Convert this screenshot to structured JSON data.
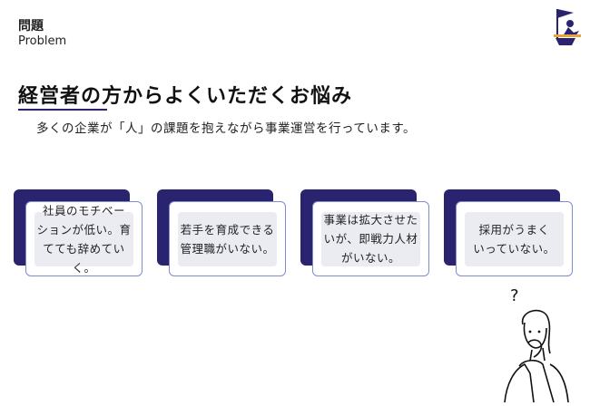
{
  "header": {
    "section_jp": "問題",
    "section_en": "Problem"
  },
  "main": {
    "heading": "経営者の方からよくいただくお悩み",
    "subtitle": "多くの企業が「人」の課題を抱えながら事業運営を行っています。",
    "cards": [
      {
        "text": "社員のモチベー\nションが低い。育\nてても辞めていく。"
      },
      {
        "text": "若手を育成できる\n管理職がいない。"
      },
      {
        "text": "事業は拡大させた\nいが、即戦力人材\nがいない。"
      },
      {
        "text": "採用がうまく\nいっていない。"
      }
    ]
  },
  "illustration": {
    "mark": "?"
  },
  "colors": {
    "accent": "#2a2470",
    "card_border": "#7f8bd1",
    "card_inner": "#ebebf2"
  }
}
